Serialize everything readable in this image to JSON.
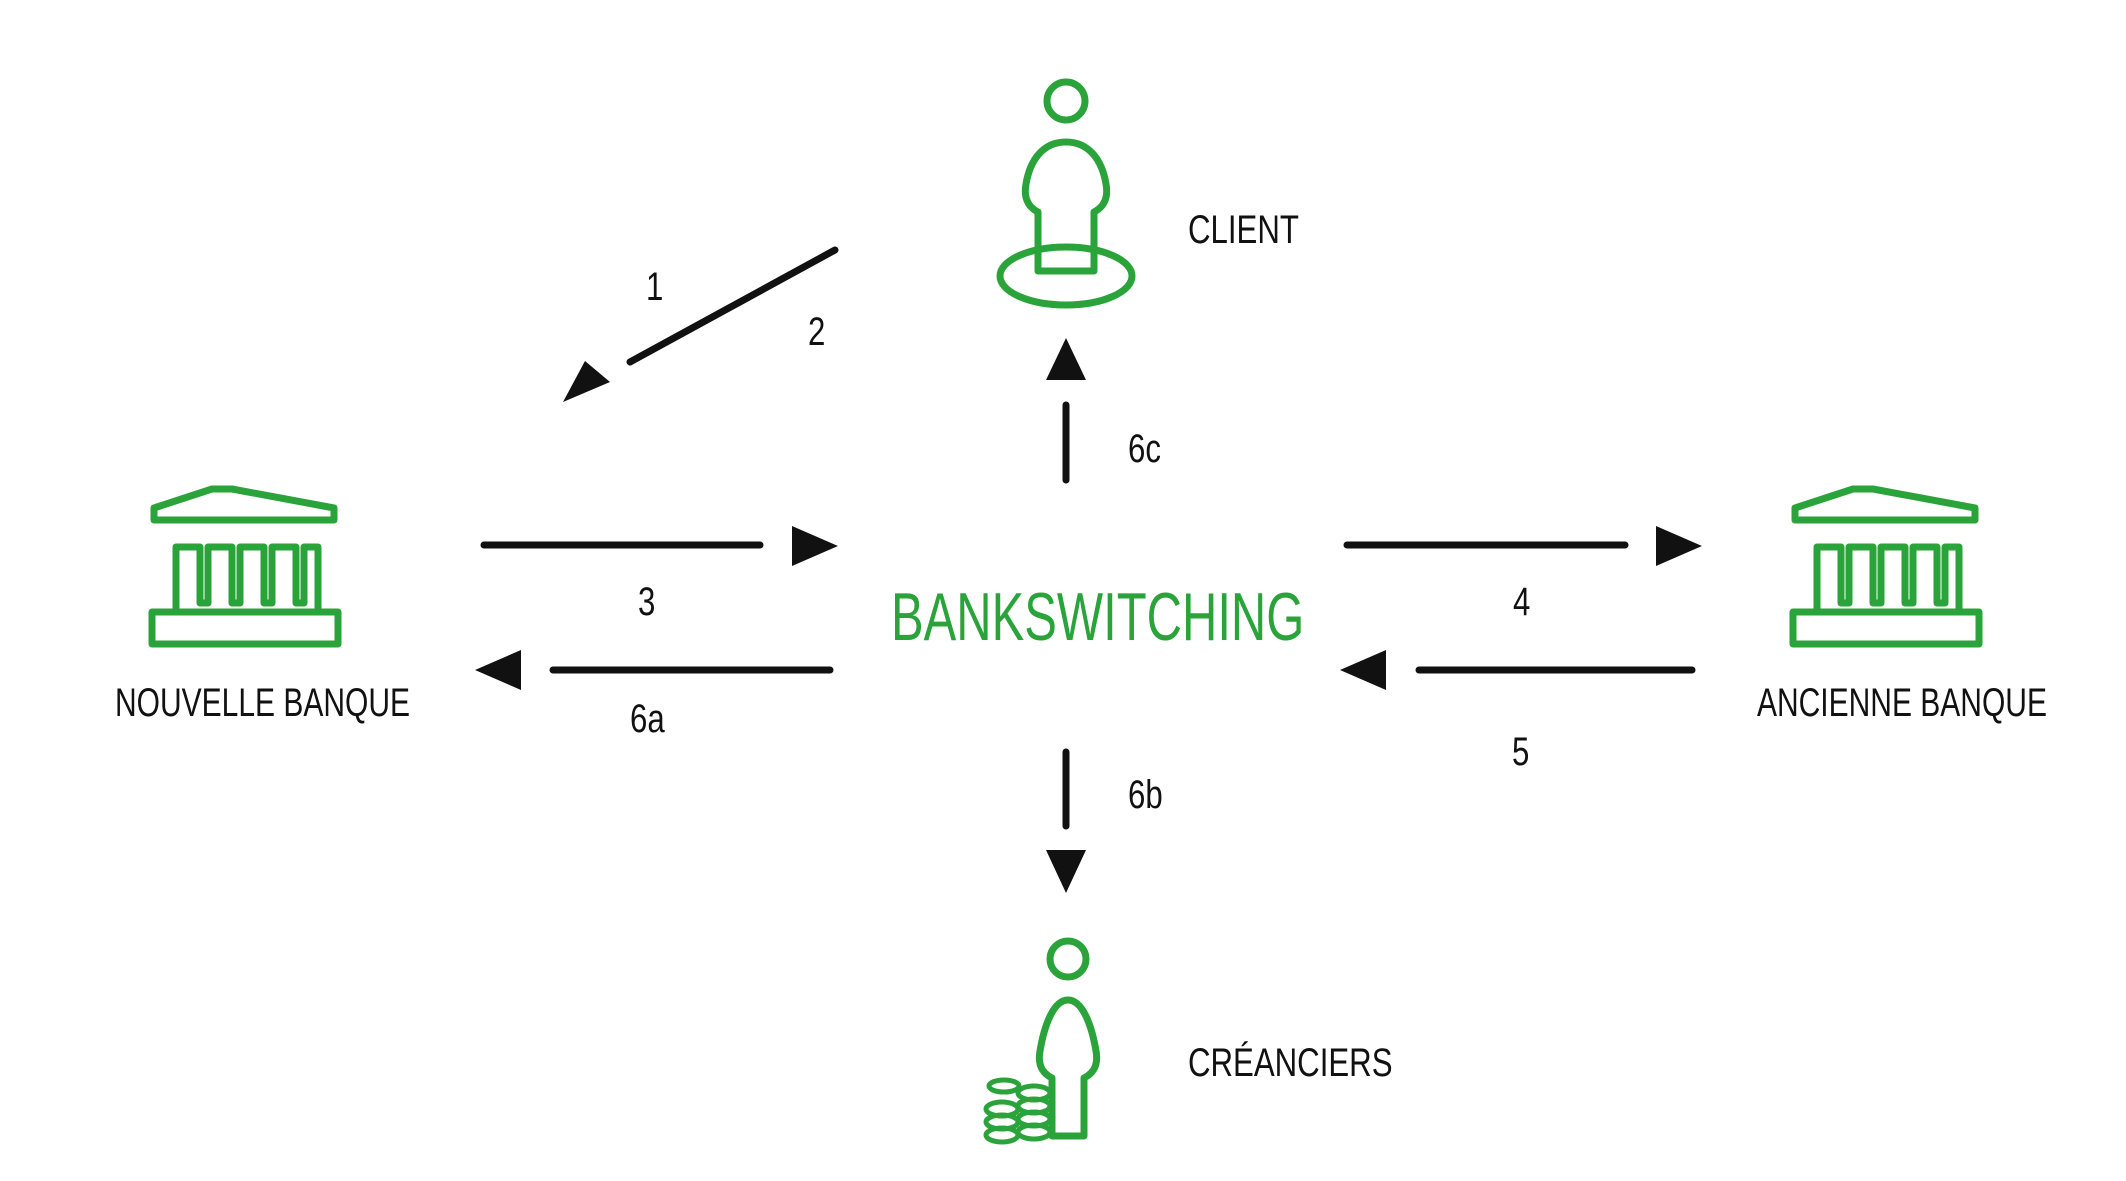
{
  "colors": {
    "accent": "#2aa43a",
    "ink": "#111111",
    "background": "#ffffff"
  },
  "center": {
    "label": "BANKSWITCHING"
  },
  "nodes": {
    "client": {
      "label": "CLIENT",
      "icon": "person-target-icon"
    },
    "creditors": {
      "label": "CRÉANCIERS",
      "icon": "person-coins-icon"
    },
    "new_bank": {
      "label": "NOUVELLE BANQUE",
      "icon": "bank-icon"
    },
    "old_bank": {
      "label": "ANCIENNE BANQUE",
      "icon": "bank-icon"
    }
  },
  "steps": {
    "s1": "1",
    "s2": "2",
    "s3": "3",
    "s4": "4",
    "s5": "5",
    "s6a": "6a",
    "s6b": "6b",
    "s6c": "6c"
  }
}
